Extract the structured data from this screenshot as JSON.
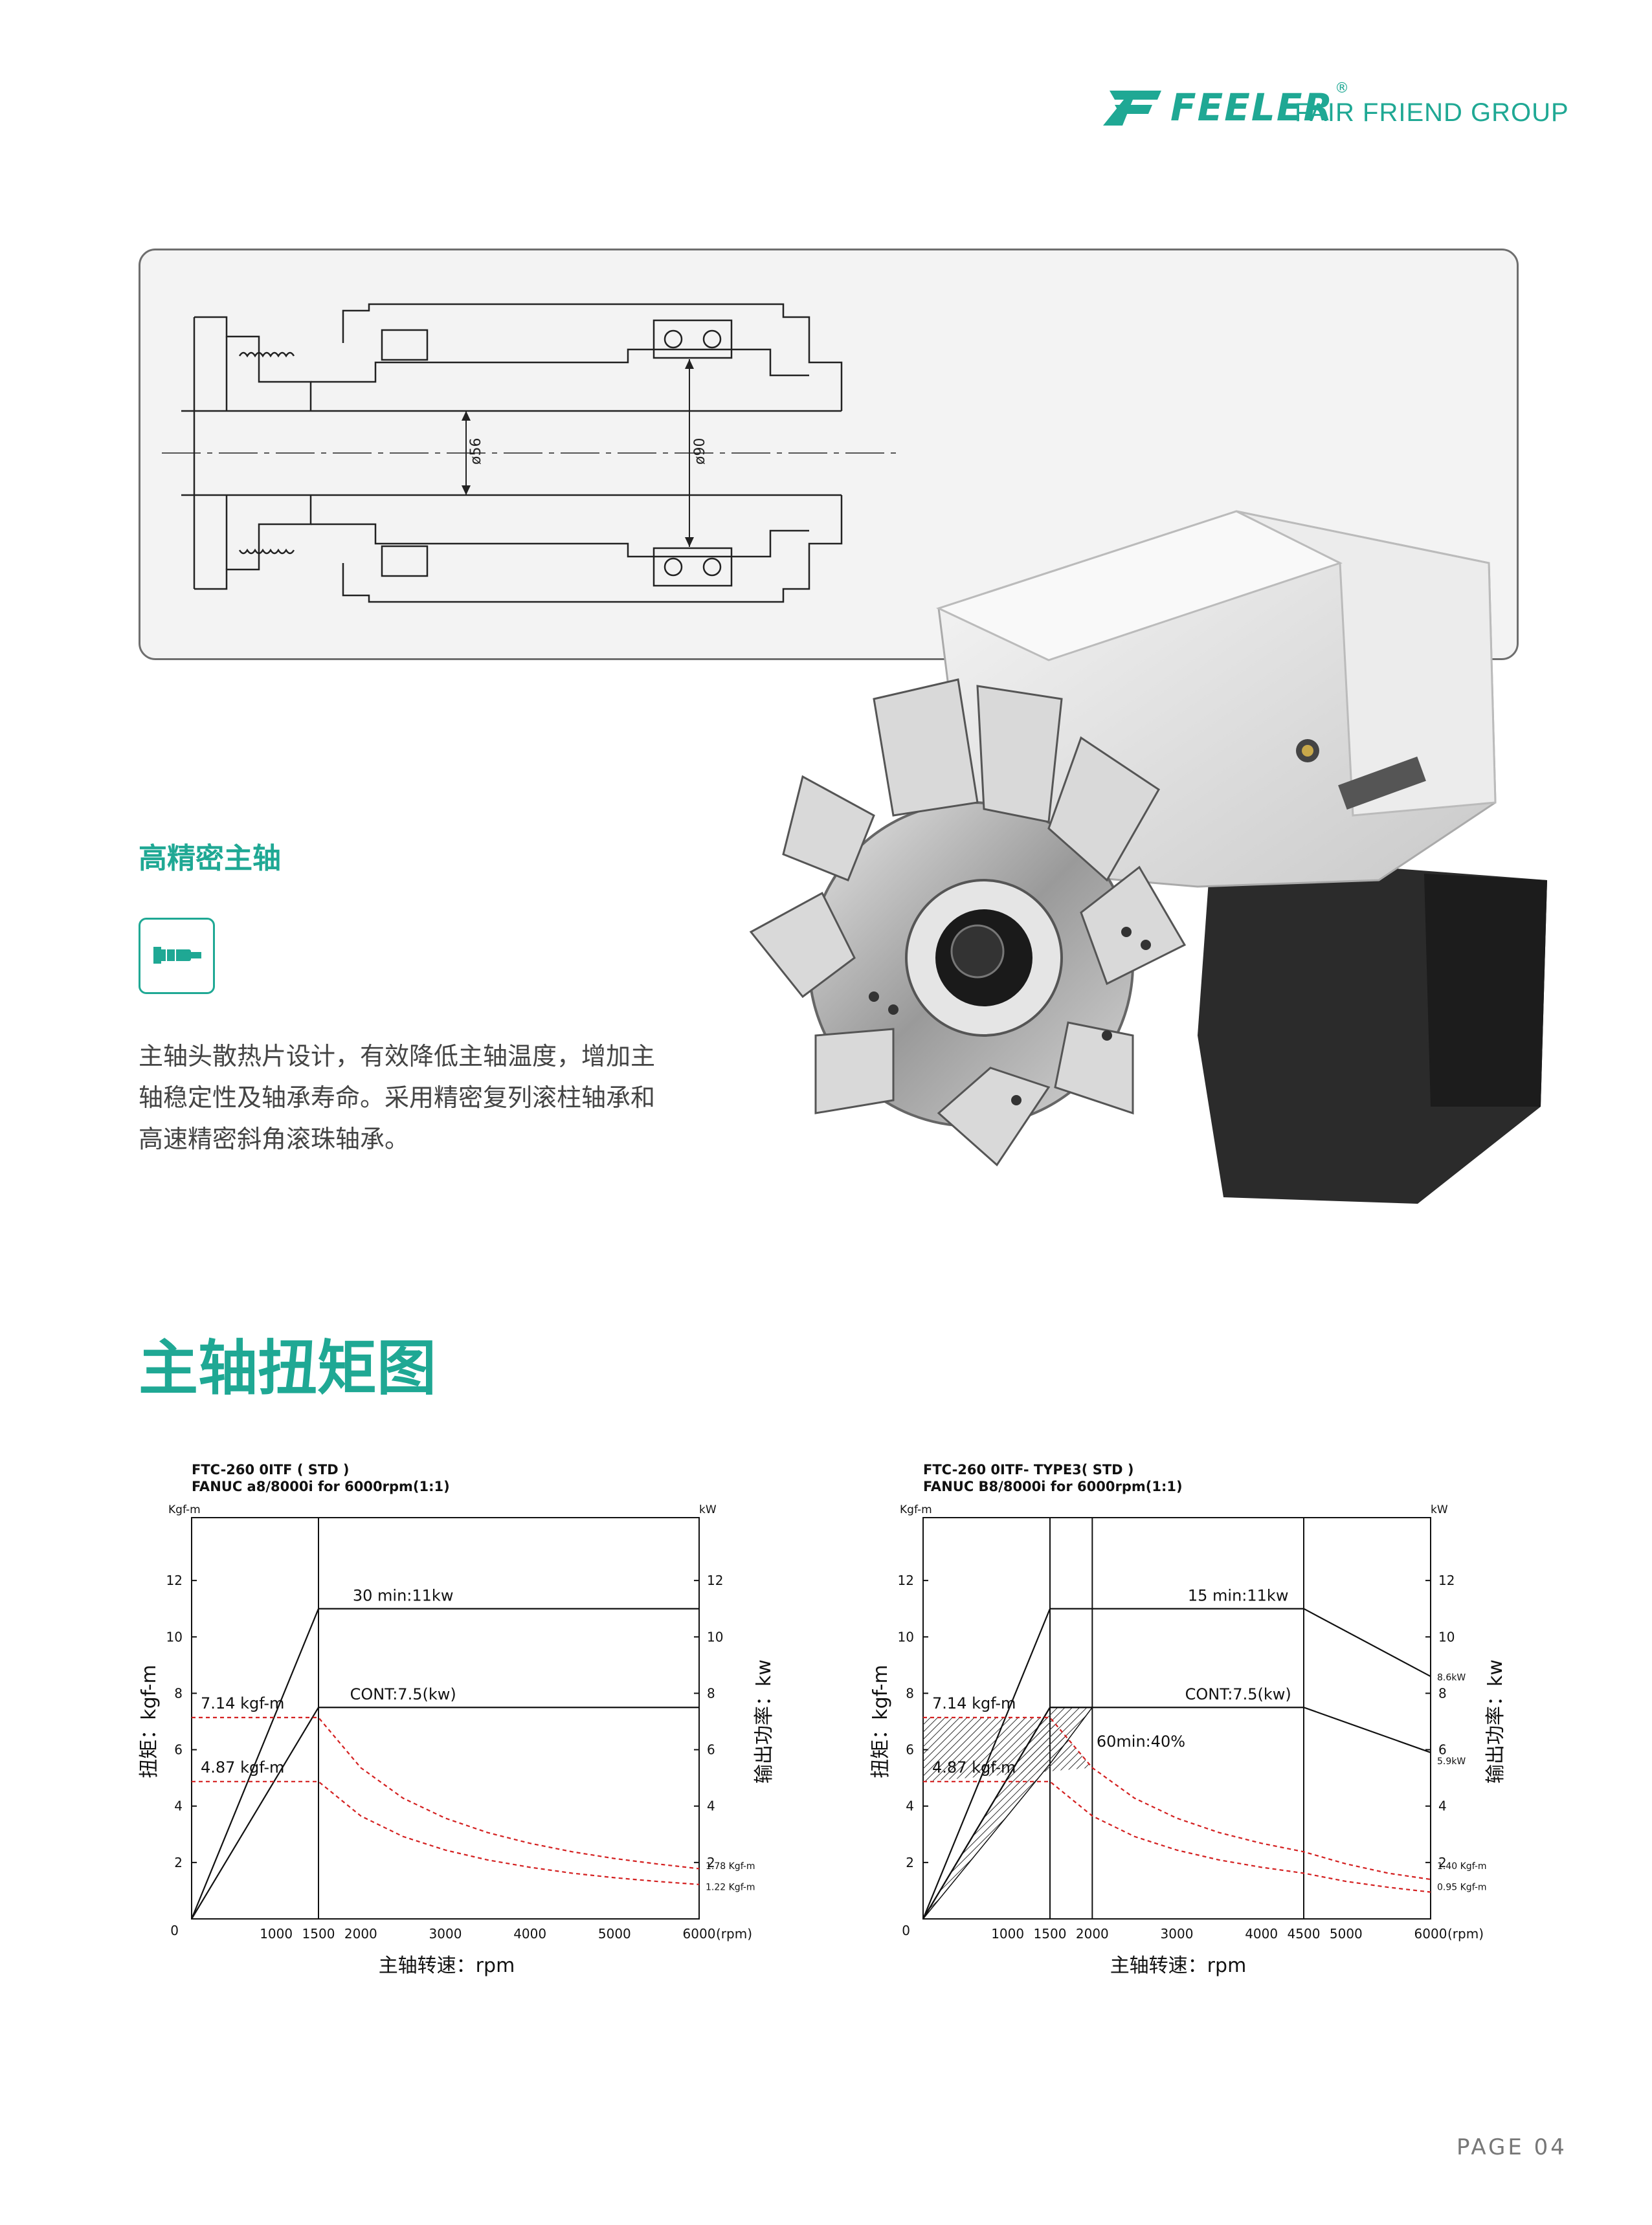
{
  "header": {
    "brand": "FEELER",
    "reg": "®",
    "group": "FAIR FRIEND GROUP",
    "brand_color": "#1fa894"
  },
  "drawing": {
    "dim_inner": "ø56",
    "dim_outer": "ø90"
  },
  "feature": {
    "title": "高精密主轴",
    "icon": "spindle-icon",
    "description": "主轴头散热片设计，有效降低主轴温度，增加主轴稳定性及轴承寿命。采用精密复列滚柱轴承和高速精密斜角滚珠轴承。"
  },
  "section_title": "主轴扭矩图",
  "page": "PAGE 04",
  "chart_data": [
    {
      "type": "line",
      "title": "FTC-260 0ITF ( STD )",
      "subtitle": "FANUC a8/8000i for 6000rpm(1:1)",
      "xlabel": "主轴转速：rpm",
      "ylabel_left": "扭矩：kgf-m",
      "ylabel_right": "输出功率：kw",
      "unit_left": "Kgf-m",
      "unit_right": "kW",
      "x_unit": "(rpm)",
      "xlim": [
        0,
        6000
      ],
      "ylim": [
        0,
        14
      ],
      "x_ticks": [
        "0",
        "1000",
        "1500",
        "2000",
        "3000",
        "4000",
        "5000",
        "6000"
      ],
      "x_tick_values": [
        0,
        1000,
        1500,
        2000,
        3000,
        4000,
        5000,
        6000
      ],
      "y_ticks_left": [
        "2",
        "4",
        "6",
        "8",
        "10",
        "12"
      ],
      "y_ticks_right": [
        "2",
        "4",
        "6",
        "8",
        "10",
        "12"
      ],
      "y_tick_values": [
        2,
        4,
        6,
        8,
        10,
        12
      ],
      "series": [
        {
          "name": "30 min:11kw",
          "kind": "power",
          "x": [
            0,
            1500,
            6000
          ],
          "y": [
            0,
            11,
            11
          ]
        },
        {
          "name": "CONT:7.5(kw)",
          "kind": "power",
          "x": [
            0,
            1500,
            6000
          ],
          "y": [
            0,
            7.5,
            7.5
          ]
        },
        {
          "name": "7.14 kgf-m",
          "kind": "torque",
          "x": [
            0,
            1500,
            2000,
            2500,
            3000,
            3500,
            4000,
            4500,
            5000,
            5500,
            6000
          ],
          "y": [
            7.14,
            7.14,
            5.36,
            4.28,
            3.57,
            3.06,
            2.68,
            2.38,
            2.14,
            1.95,
            1.78
          ]
        },
        {
          "name": "4.87 kgf-m",
          "kind": "torque",
          "x": [
            0,
            1500,
            2000,
            2500,
            3000,
            3500,
            4000,
            4500,
            5000,
            5500,
            6000
          ],
          "y": [
            4.87,
            4.87,
            3.65,
            2.92,
            2.44,
            2.09,
            1.83,
            1.62,
            1.46,
            1.33,
            1.22
          ]
        }
      ],
      "end_labels": [
        "1.78 Kgf-m",
        "1.22 Kgf-m"
      ],
      "vlines": [
        1500
      ],
      "annotations": []
    },
    {
      "type": "line",
      "title": "FTC-260 0ITF- TYPE3( STD )",
      "subtitle": "FANUC B8/8000i for 6000rpm(1:1)",
      "xlabel": "主轴转速：rpm",
      "ylabel_left": "扭矩：kgf-m",
      "ylabel_right": "输出功率：kw",
      "unit_left": "Kgf-m",
      "unit_right": "kW",
      "x_unit": "(rpm)",
      "xlim": [
        0,
        6000
      ],
      "ylim": [
        0,
        14
      ],
      "x_ticks": [
        "0",
        "1000",
        "1500",
        "2000",
        "3000",
        "4000",
        "4500",
        "5000",
        "6000"
      ],
      "x_tick_values": [
        0,
        1000,
        1500,
        2000,
        3000,
        4000,
        4500,
        5000,
        6000
      ],
      "y_ticks_left": [
        "2",
        "4",
        "6",
        "8",
        "10",
        "12"
      ],
      "y_ticks_right": [
        "2",
        "4",
        "6",
        "8",
        "10",
        "12"
      ],
      "y_tick_values": [
        2,
        4,
        6,
        8,
        10,
        12
      ],
      "series": [
        {
          "name": "15 min:11kw",
          "kind": "power",
          "x": [
            0,
            1500,
            4500,
            6000
          ],
          "y": [
            0,
            11,
            11,
            8.6
          ]
        },
        {
          "name": "CONT:7.5(kw)",
          "kind": "power",
          "x": [
            0,
            1500,
            4500,
            6000
          ],
          "y": [
            0,
            7.5,
            7.5,
            5.9
          ]
        },
        {
          "name": "60min:40%",
          "kind": "power",
          "x": [
            0,
            1500,
            2000
          ],
          "y": [
            0,
            7.5,
            7.5
          ]
        },
        {
          "name": "7.14 kgf-m",
          "kind": "torque",
          "x": [
            0,
            1500,
            2000,
            2500,
            3000,
            3500,
            4000,
            4500,
            5000,
            5500,
            6000
          ],
          "y": [
            7.14,
            7.14,
            5.36,
            4.28,
            3.57,
            3.06,
            2.68,
            2.38,
            1.95,
            1.62,
            1.4
          ]
        },
        {
          "name": "4.87 kgf-m",
          "kind": "torque",
          "x": [
            0,
            1500,
            2000,
            2500,
            3000,
            3500,
            4000,
            4500,
            5000,
            5500,
            6000
          ],
          "y": [
            4.87,
            4.87,
            3.65,
            2.92,
            2.44,
            2.09,
            1.83,
            1.62,
            1.33,
            1.12,
            0.95
          ]
        }
      ],
      "end_labels": [
        "1.40 Kgf-m",
        "0.95 Kgf-m"
      ],
      "right_labels": [
        "8.6kW",
        "5.9kW"
      ],
      "vlines": [
        1500,
        2000,
        4500
      ],
      "hatched": true
    }
  ]
}
